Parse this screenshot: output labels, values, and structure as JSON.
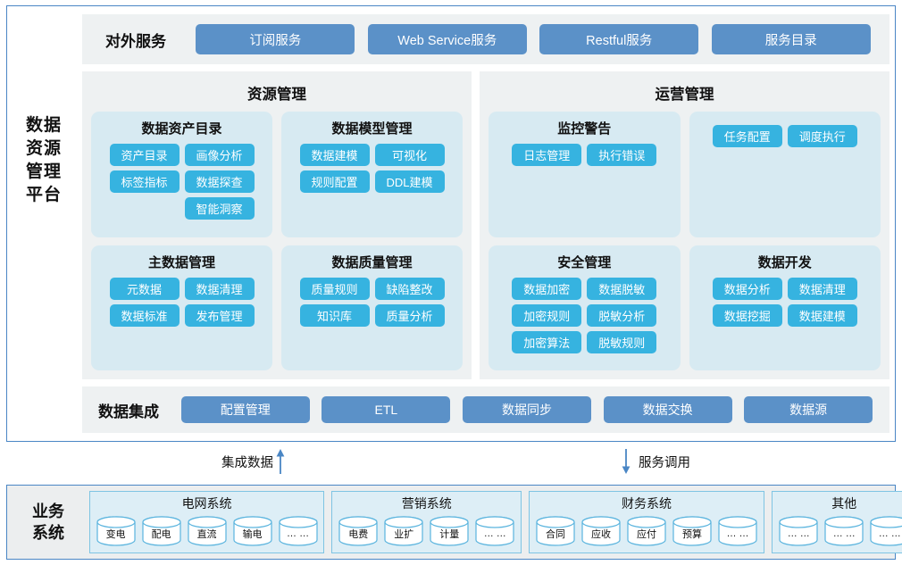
{
  "platform": {
    "label": "数据\n资源\n管理\n平台",
    "label_lines": [
      "数据",
      "资源",
      "管理",
      "平台"
    ]
  },
  "external_services": {
    "section_title": "对外服务",
    "buttons": [
      {
        "label": "订阅服务"
      },
      {
        "label": "Web Service服务"
      },
      {
        "label": "Restful服务"
      },
      {
        "label": "服务目录"
      }
    ]
  },
  "panels": [
    {
      "title": "资源管理",
      "cards": [
        {
          "title": "数据资产目录",
          "tags": [
            "资产目录",
            "画像分析",
            "标签指标",
            "数据探查",
            "",
            "智能洞察"
          ]
        },
        {
          "title": "数据模型管理",
          "tags": [
            "数据建模",
            "可视化",
            "规则配置",
            "DDL建模"
          ]
        },
        {
          "title": "主数据管理",
          "tags": [
            "元数据",
            "数据清理",
            "数据标准",
            "发布管理"
          ]
        },
        {
          "title": "数据质量管理",
          "tags": [
            "质量规则",
            "缺陷整改",
            "知识库",
            "质量分析"
          ]
        }
      ]
    },
    {
      "title": "运营管理",
      "cards": [
        {
          "title": "监控警告",
          "tags": [
            "日志管理",
            "执行错误"
          ]
        },
        {
          "title": "",
          "tags": [
            "任务配置",
            "调度执行"
          ]
        },
        {
          "title": "安全管理",
          "tags": [
            "数据加密",
            "数据脱敏",
            "加密规则",
            "脱敏分析",
            "加密算法",
            "脱敏规则"
          ]
        },
        {
          "title": "数据开发",
          "tags": [
            "数据分析",
            "数据清理",
            "数据挖掘",
            "数据建模"
          ]
        }
      ]
    }
  ],
  "data_integration": {
    "section_title": "数据集成",
    "buttons": [
      {
        "label": "配置管理"
      },
      {
        "label": "ETL"
      },
      {
        "label": "数据同步"
      },
      {
        "label": "数据交换"
      },
      {
        "label": "数据源"
      }
    ]
  },
  "connectors": [
    {
      "label": "集成数据",
      "direction": "up"
    },
    {
      "label": "服务调用",
      "direction": "down"
    }
  ],
  "business_systems": {
    "label_lines": [
      "业务",
      "系统"
    ],
    "groups": [
      {
        "title": "电网系统",
        "items": [
          "变电",
          "配电",
          "直流",
          "输电",
          "… …"
        ]
      },
      {
        "title": "营销系统",
        "items": [
          "电费",
          "业扩",
          "计量",
          "… …"
        ]
      },
      {
        "title": "财务系统",
        "items": [
          "合同",
          "应收",
          "应付",
          "预算",
          "… …"
        ]
      },
      {
        "title": "其他",
        "items": [
          "… …",
          "… …",
          "… …"
        ]
      }
    ]
  },
  "colors": {
    "frame_border": "#4a86c5",
    "service_button": "#5b91c8",
    "tag": "#36b3e0",
    "panel_bg": "#eef1f2",
    "card_bg": "#d7eaf2",
    "biz_group_bg": "#ddeef6",
    "biz_group_border": "#7ec4e3",
    "biz_frame_bg": "#eceeef"
  }
}
